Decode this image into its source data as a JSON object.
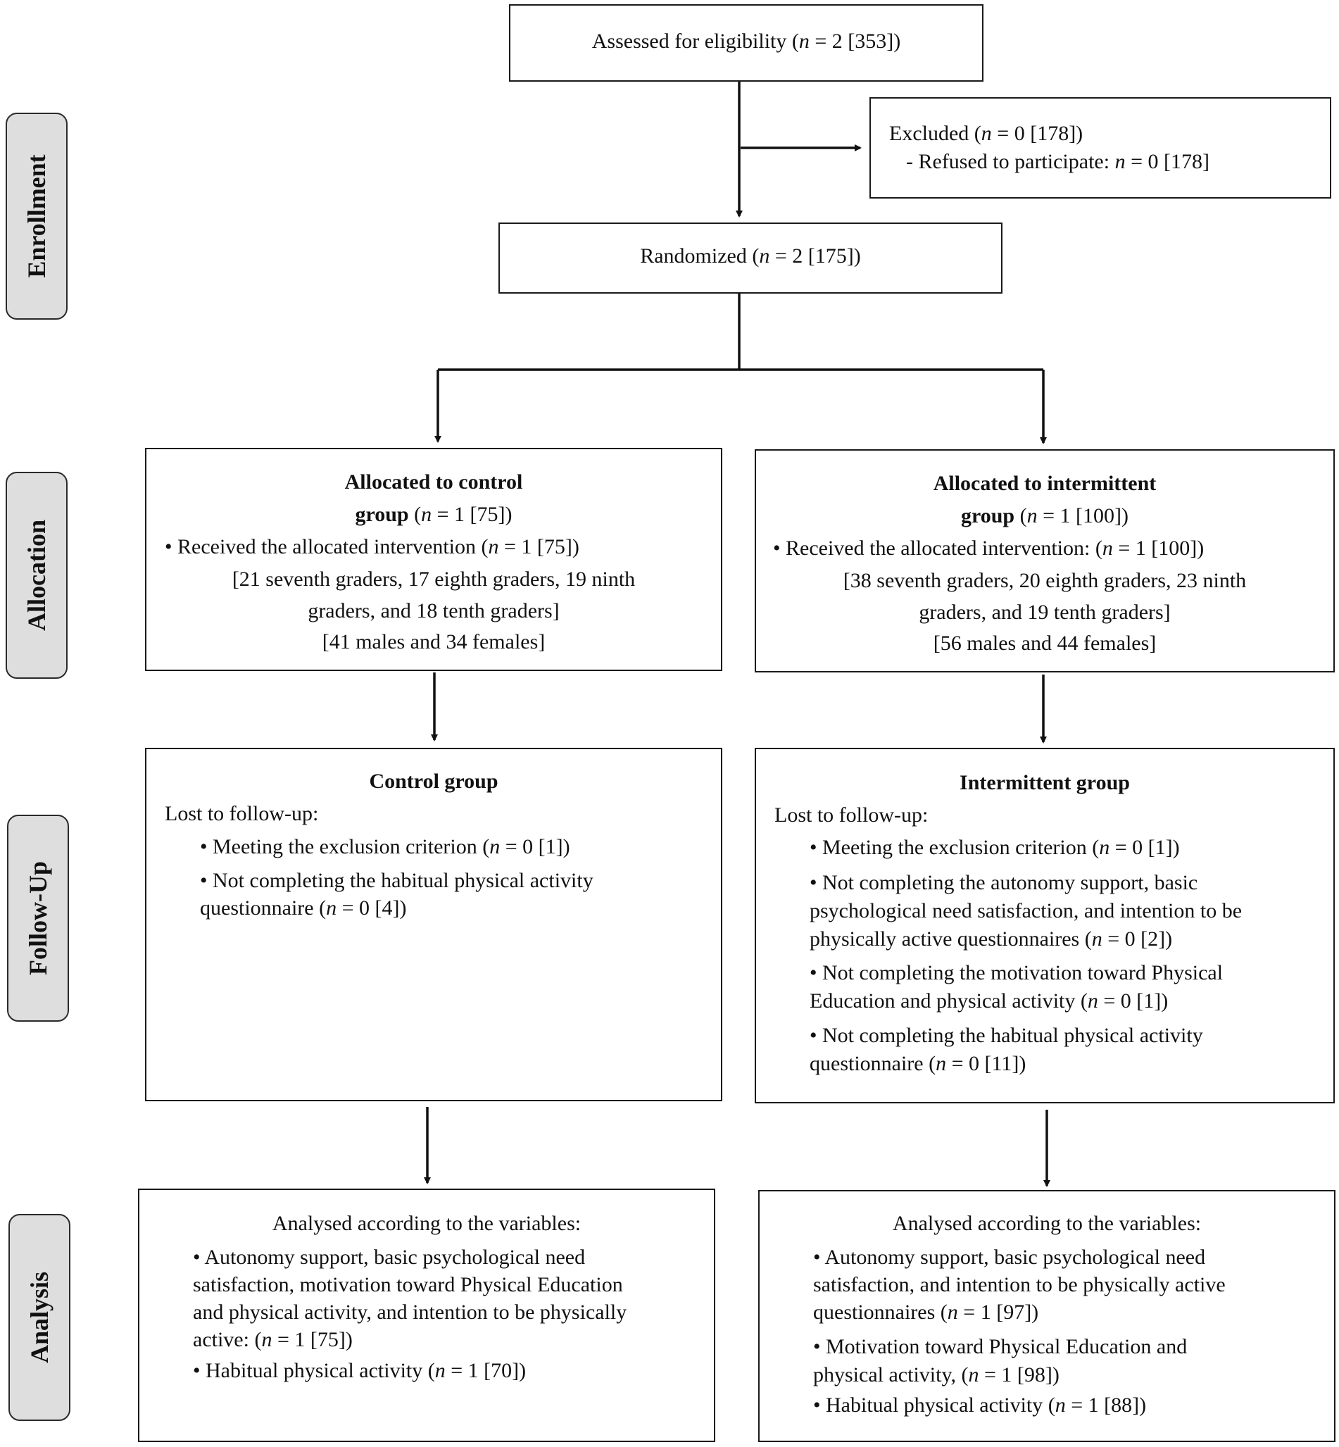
{
  "stages": [
    "Enrollment",
    "Allocation",
    "Follow-Up",
    "Analysis"
  ],
  "assessed": {
    "pre": "Assessed for eligibility (",
    "n": "n",
    "post": " = 2 [353])"
  },
  "excluded": {
    "line1_pre": "Excluded (",
    "line1_n": "n",
    "line1_post": " = 0 [178])",
    "line2_pre": "-  Refused to participate: ",
    "line2_n": "n",
    "line2_post": " = 0 [178]"
  },
  "randomized": {
    "pre": "Randomized (",
    "n": "n",
    "post": " = 2 [175])"
  },
  "control_alloc": {
    "title1": "Allocated to control",
    "title2": "group",
    "title2_pre": " (",
    "title2_n": "n",
    "title2_post": " = 1 [75])",
    "bullet_pre": "• Received the allocated intervention (",
    "bullet_n": "n",
    "bullet_post": " = 1 [75])",
    "l3": "[21 seventh graders, 17 eighth graders, 19 ninth",
    "l4": "graders, and 18 tenth graders]",
    "l5": "[41 males and 34 females]"
  },
  "inter_alloc": {
    "title1": "Allocated to intermittent",
    "title2": "group",
    "title2_pre": " (",
    "title2_n": "n",
    "title2_post": " = 1 [100])",
    "bullet_pre": "• Received the allocated intervention: (",
    "bullet_n": "n",
    "bullet_post": " = 1 [100])",
    "l3": "[38 seventh graders, 20 eighth graders, 23 ninth",
    "l4": "graders, and 19 tenth graders]",
    "l5": "[56 males and 44 females]"
  },
  "control_follow": {
    "title": "Control group",
    "lost": "Lost to follow-up:",
    "b1_pre": "• Meeting the exclusion criterion (",
    "b1_n": "n",
    "b1_post": " = 0 [1])",
    "b2_l1": "• Not completing the habitual physical activity",
    "b2_l2_pre": "questionnaire (",
    "b2_l2_n": "n",
    "b2_l2_post": " = 0 [4])"
  },
  "inter_follow": {
    "title": "Intermittent group",
    "lost": "Lost to follow-up:",
    "b1_pre": "• Meeting the exclusion criterion (",
    "b1_n": "n",
    "b1_post": " = 0 [1])",
    "b2_l1": "• Not completing the autonomy support, basic",
    "b2_l2": "psychological need satisfaction, and intention to be",
    "b2_l3_pre": "physically active questionnaires (",
    "b2_l3_n": "n",
    "b2_l3_post": " = 0 [2])",
    "b3_l1": "• Not completing the motivation toward Physical",
    "b3_l2_pre": "Education and physical activity (",
    "b3_l2_n": "n",
    "b3_l2_post": " = 0 [1])",
    "b4_l1": "• Not completing the habitual physical activity",
    "b4_l2_pre": "questionnaire (",
    "b4_l2_n": "n",
    "b4_l2_post": " = 0 [11])"
  },
  "control_analysis": {
    "header": "Analysed according to the variables:",
    "b1_l1": "• Autonomy support, basic psychological need",
    "b1_l2": "satisfaction, motivation toward Physical Education",
    "b1_l3": "and physical activity, and intention to be physically",
    "b1_l4_pre": "active: (",
    "b1_l4_n": "n",
    "b1_l4_post": " = 1 [75])",
    "b2_pre": "• Habitual physical activity (",
    "b2_n": "n",
    "b2_post": " = 1 [70])"
  },
  "inter_analysis": {
    "header": "Analysed according to the variables:",
    "b1_l1": "• Autonomy support, basic psychological need",
    "b1_l2": "satisfaction, and intention to be physically active",
    "b1_l3_pre": "questionnaires (",
    "b1_l3_n": "n",
    "b1_l3_post": " = 1 [97])",
    "b2_l1": "• Motivation toward Physical Education and",
    "b2_l2_pre": "physical activity, (",
    "b2_l2_n": "n",
    "b2_l2_post": " = 1 [98])",
    "b3_pre": "• Habitual physical activity (",
    "b3_n": "n",
    "b3_post": " = 1 [88])"
  }
}
